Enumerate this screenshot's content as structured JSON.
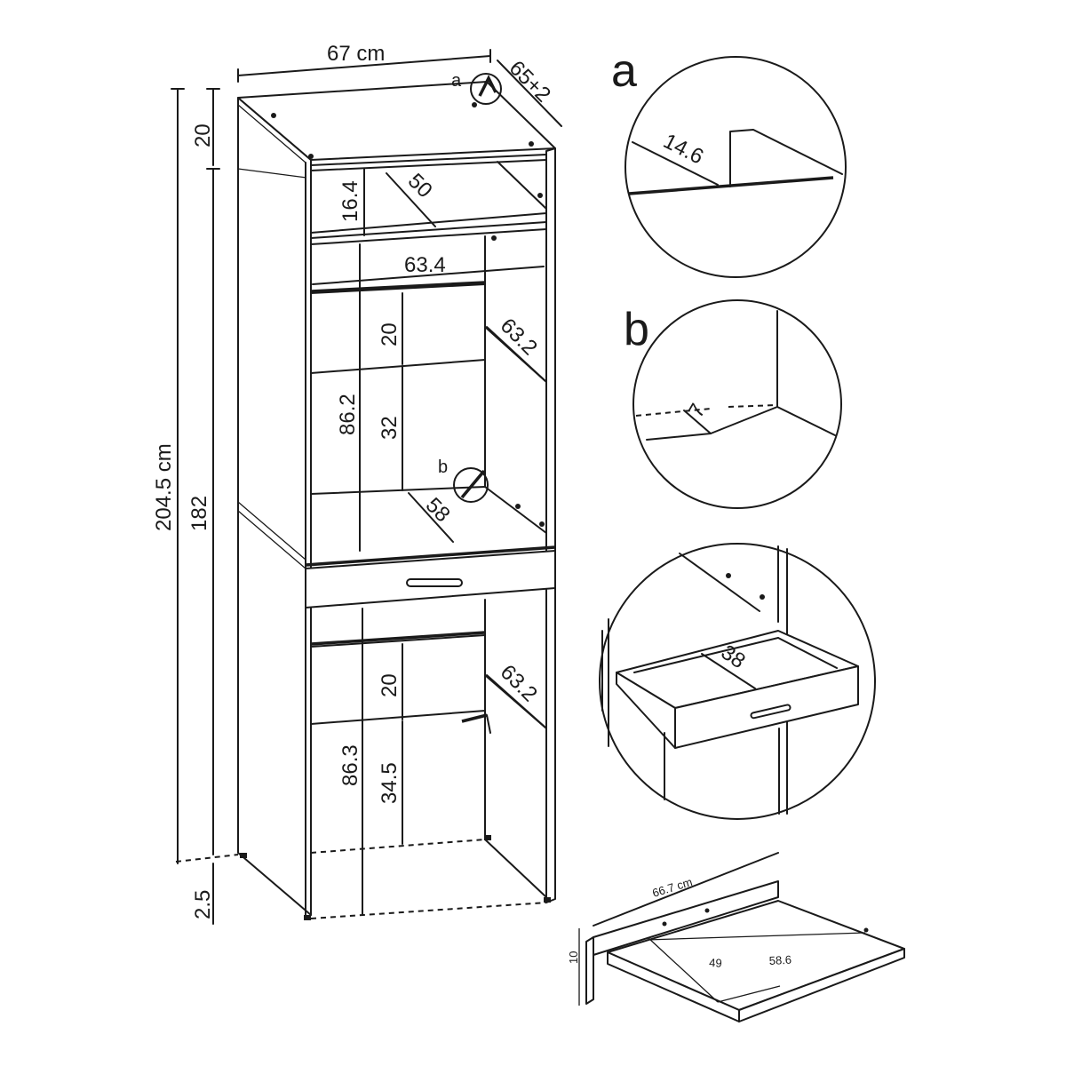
{
  "dimensions": {
    "width": "67 cm",
    "depth": "65+2",
    "total_height": "204.5 cm",
    "body_height": "182",
    "top_height": "20",
    "foot_height": "2.5",
    "top_niche_height": "16.4",
    "top_niche_depth": "50",
    "inner_width": "63.4",
    "upper_door_depth": "63.2",
    "upper_door_panel": "20",
    "upper_height": "86.2",
    "upper_opening": "32",
    "shelf_depth": "58",
    "lower_door_depth": "63.2",
    "lower_door_panel": "20",
    "lower_height": "86.3",
    "lower_opening": "34.5"
  },
  "callouts": {
    "a": "a",
    "b": "b",
    "a_small": "a",
    "b_small": "b"
  },
  "detail_a": {
    "measure": "14.6"
  },
  "detail_b": {
    "measure": "7"
  },
  "detail_drawer": {
    "depth": "38"
  },
  "shelf_detail": {
    "width": "66.7 cm",
    "height": "10",
    "inner": "49",
    "depth": "58.6"
  }
}
